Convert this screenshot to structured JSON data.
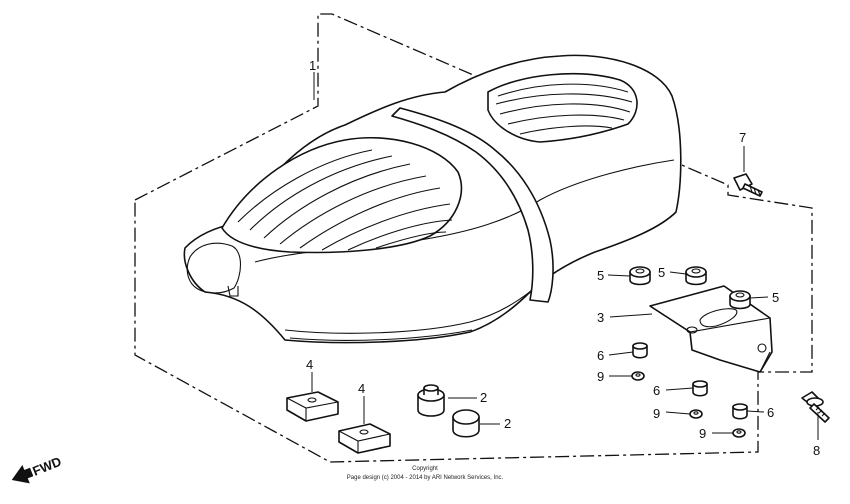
{
  "callouts": [
    {
      "id": "c1",
      "text": "1"
    },
    {
      "id": "c2a",
      "text": "2"
    },
    {
      "id": "c2b",
      "text": "2"
    },
    {
      "id": "c3",
      "text": "3"
    },
    {
      "id": "c4a",
      "text": "4"
    },
    {
      "id": "c4b",
      "text": "4"
    },
    {
      "id": "c5a",
      "text": "5"
    },
    {
      "id": "c5b",
      "text": "5"
    },
    {
      "id": "c5c",
      "text": "5"
    },
    {
      "id": "c6a",
      "text": "6"
    },
    {
      "id": "c6b",
      "text": "6"
    },
    {
      "id": "c6c",
      "text": "6"
    },
    {
      "id": "c7",
      "text": "7"
    },
    {
      "id": "c8",
      "text": "8"
    },
    {
      "id": "c9a",
      "text": "9"
    },
    {
      "id": "c9b",
      "text": "9"
    },
    {
      "id": "c9c",
      "text": "9"
    }
  ],
  "direction_label": "FWD",
  "copyright_line1": "Copyright",
  "copyright_line2": "Page design (c) 2004 - 2014 by ARI Network Services, Inc."
}
